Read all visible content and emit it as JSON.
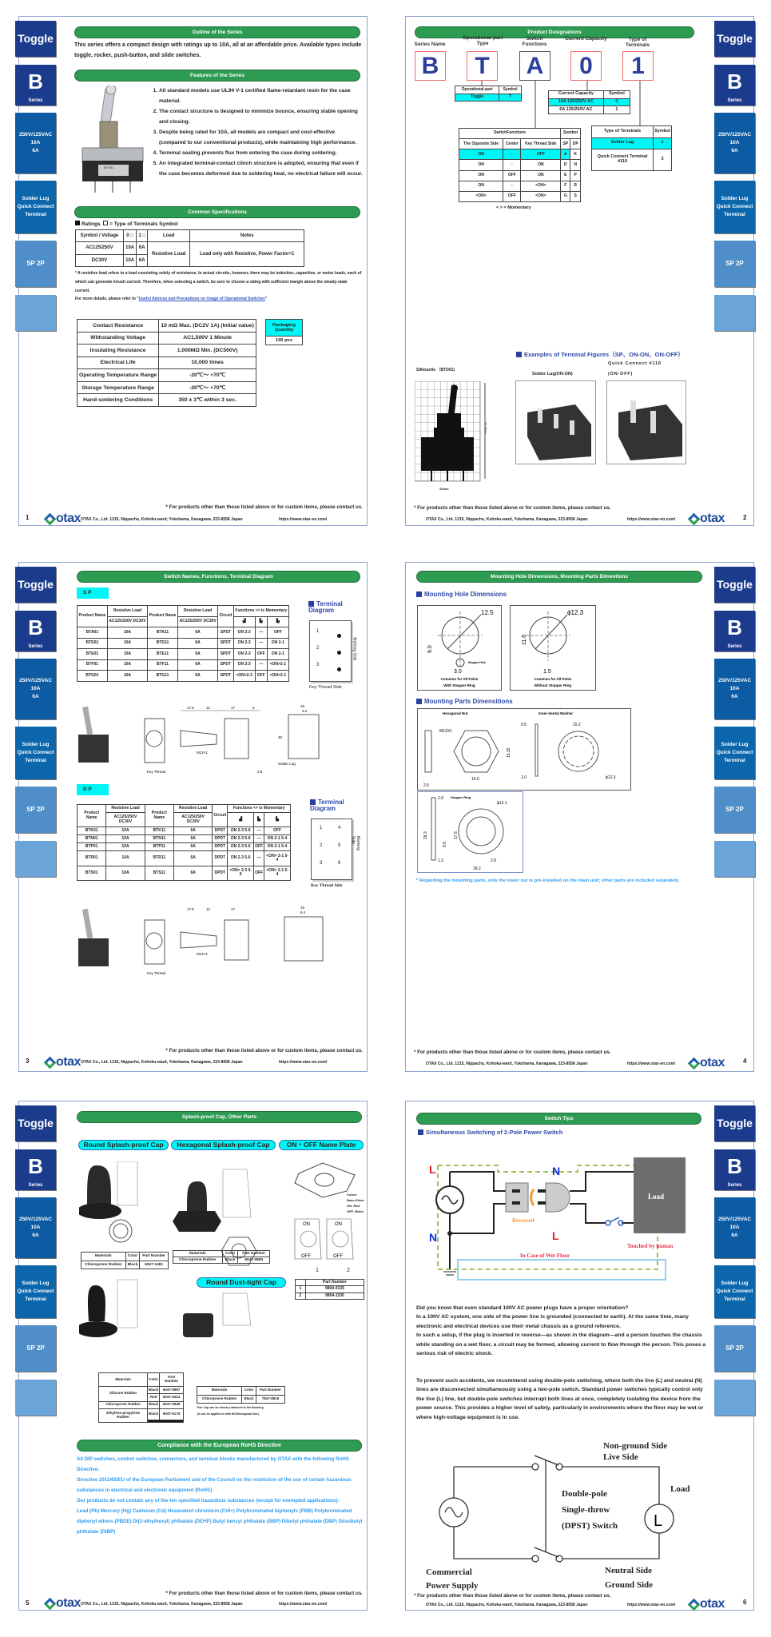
{
  "tabs": [
    {
      "lines": [
        "Toggle"
      ],
      "color": "#1b3b8c"
    },
    {
      "lines": [
        "B",
        "Series"
      ],
      "color": "#1b3b8c"
    },
    {
      "lines": [
        "250V/125VAC",
        "10A",
        "6A"
      ],
      "color": "#0d5ba3"
    },
    {
      "lines": [
        "Solder Lug",
        "Quick Connect",
        "Terminal"
      ],
      "color": "#0b66ac"
    },
    {
      "lines": [
        "SP 2P"
      ],
      "color": "#4f8ec8"
    },
    {
      "lines": [
        ""
      ],
      "color": "#6aa4d8"
    }
  ],
  "footer": {
    "note": "* For products other than those listed above or for custom items, please contact us.",
    "address": "OTAX Co., Ltd.  1215, Nippacho, Kohoku-ward, Yokohama, Kanagawa, 223-8558 Japan",
    "url": "https://www.otax-en.com/",
    "logo": "otax"
  },
  "page1": {
    "num": "1",
    "outline_title": "Outline of the Series",
    "outline_text": "This series offers a compact design with ratings up to 10A, all at an affordable price. Available types include toggle, rocker, push-button, and slide switches.",
    "features_title": "Features of the Series",
    "features": [
      "All standard models use UL94 V-1 certified flame-retardant resin for the case material.",
      "The contact structure is designed to minimize bounce, ensuring stable opening and closing.",
      "Despite being rated for 10A, all models are compact and cost-effective (compared to our conventional products), while maintaining high performance.",
      "Terminal sealing prevents flux from entering the case during soldering.",
      "An integrated terminal-contact clinch structure is adopted, ensuring that even if the case becomes deformed due to soldering heat, no electrical failure will occur."
    ],
    "photo_label": "BTN01",
    "specs_title": "Common Specifications",
    "ratings_legend": "Ratings",
    "terminal_legend": "= Type of Terminals Symbol",
    "ratings_table": [
      [
        {
          "t": "Symbol / Voltage"
        },
        {
          "t": "0 □"
        },
        {
          "t": "1 □"
        },
        {
          "t": "Load"
        },
        {
          "t": "Notes"
        }
      ],
      [
        {
          "t": "AC125/250V"
        },
        {
          "t": "10A"
        },
        {
          "t": "6A"
        },
        {
          "t": "Resistive Load",
          "rs": 2
        },
        {
          "t": "Load only with Resistive, Power Factor=1",
          "rs": 2
        }
      ],
      [
        {
          "t": "DC30V"
        },
        {
          "t": "10A"
        },
        {
          "t": "6A"
        }
      ]
    ],
    "note": "* A resistive load refers to a load consisting solely of resistance. In actual circuits, however, there may be inductive, capacitive, or motor loads, each of which can generate inrush current. Therefore, when selecting a switch, be sure to choose a rating with sufficient margin above the steady-state current.",
    "more_prefix": "For more details, please refer to \"",
    "more_link": "Useful Advices and Precautions on Usage of Operational Switches",
    "more_suffix": "\"",
    "spec_table": [
      [
        "Contact Resistance",
        "10 mΩ Max. (DC2V 1A) (Initial value)"
      ],
      [
        "Withstanding Voltage",
        "AC1,500V  1 Minute"
      ],
      [
        "Insulating Resistance",
        "1,000MΩ  Min.   (DC500V)"
      ],
      [
        "Electrical Life",
        "10,000 times"
      ],
      [
        "Operating Temperature Range",
        "-20℃～ +70℃"
      ],
      [
        "Storage Temperature Range",
        "-20℃～ +70℃"
      ],
      [
        "Hand-soldering Conditions",
        "350 ± 3℃    within 3 sec."
      ]
    ],
    "packaging": [
      [
        {
          "t": "Packaging Quantity",
          "hl": true
        }
      ],
      [
        "100 pcs"
      ]
    ]
  },
  "page2": {
    "num": "2",
    "title": "Product Designations",
    "parts": [
      {
        "label": "Series Name",
        "code": "B"
      },
      {
        "label": "Operational-part Type",
        "code": "T"
      },
      {
        "label": "Switch Functions",
        "code": "A"
      },
      {
        "label": "Current Capacity",
        "code": "0"
      },
      {
        "label": "Type of Terminals",
        "code": "1"
      }
    ],
    "op_table": [
      [
        "Operational-part",
        "Symbol"
      ],
      [
        {
          "t": "Toggle",
          "hl": true
        },
        {
          "t": "T",
          "hl": true
        }
      ]
    ],
    "cur_table": [
      [
        "Current Capacity",
        "Symbol"
      ],
      [
        {
          "t": "10A 125/250V AC",
          "hl": true
        },
        {
          "t": "0",
          "hl": true
        }
      ],
      [
        "6A 125/250V AC",
        "1"
      ]
    ],
    "sf_table": [
      [
        {
          "t": "SwitchFunctions",
          "cs": 3
        },
        {
          "t": "Symbol",
          "cs": 2
        }
      ],
      [
        "The Opposite Side",
        "Center",
        "Key Thread Side",
        "SP",
        "DP"
      ],
      [
        {
          "t": "ON",
          "hl": true
        },
        {
          "t": "-",
          "hl": true
        },
        {
          "t": "OFF",
          "hl": true
        },
        {
          "t": "A",
          "hl": true
        },
        "K"
      ],
      [
        "ON",
        "-",
        "ON",
        "D",
        "N"
      ],
      [
        "ON",
        "OFF",
        "ON",
        "E",
        "P"
      ],
      [
        "ON",
        "-",
        "<ON>",
        "F",
        "R"
      ],
      [
        "<ON>",
        "OFF",
        "<ON>",
        "G",
        "S"
      ]
    ],
    "momentary": "< > = Momentary",
    "term_table": [
      [
        "Type of Terminals",
        "Symbol"
      ],
      [
        {
          "t": "Solder Lug",
          "hl": true
        },
        {
          "t": "1",
          "hl": true
        }
      ],
      [
        {
          "t": "Quick Connect Terminal #110"
        },
        {
          "t": "3"
        }
      ]
    ],
    "examples_title": "Examples of Terminal Figures（SP、ON-ON、ON-OFF）",
    "silhouette": "Silhouette （BTD01)",
    "sil_height": "52.5mm",
    "sil_width": "29mm",
    "solder_label": "Solder Lug(ON-ON)",
    "qc_label1": "Quick Connect #110",
    "qc_label2": "(ON-OFF)"
  },
  "page3": {
    "num": "3",
    "title": "Switch Names, Functions, Terminal Diagram",
    "sp_tag": "S     P",
    "dp_tag": "D     P",
    "td_title": "Terminal Diagram",
    "key_side": "Key Thread Side",
    "marking_side": "Marking Side",
    "sp_table": [
      [
        {
          "t": "Product Name",
          "rs": 2
        },
        {
          "t": "Resistive Load"
        },
        {
          "t": "Product Name",
          "rs": 2
        },
        {
          "t": "Resistive Load"
        },
        {
          "t": "Circuit",
          "rs": 2
        },
        {
          "t": "Functions  <> is Momentary",
          "cs": 3
        }
      ],
      [
        "AC125/250V DC30V",
        "AC125/250V DC30V",
        "▟",
        "▙",
        "▙"
      ],
      [
        "BTA01",
        "10A",
        "BTA11",
        "6A",
        "SPST",
        "ON 2-3",
        "—",
        "OFF"
      ],
      [
        "BTD01",
        "10A",
        "BTD11",
        "6A",
        "SPDT",
        "ON 2-3",
        "—",
        "ON 2-1"
      ],
      [
        "BTE01",
        "10A",
        "BTE11",
        "6A",
        "SPDT",
        "ON 2-3",
        "OFF",
        "ON 2-1"
      ],
      [
        "BTF01",
        "10A",
        "BTF11",
        "6A",
        "SPDT",
        "ON 2-3",
        "—",
        "<ON>2-1"
      ],
      [
        "BTG01",
        "10A",
        "BTG11",
        "6A",
        "SPDT",
        "<ON>2-3",
        "OFF",
        "<ON>2-1"
      ]
    ],
    "dp_table": [
      [
        {
          "t": "Product Name",
          "rs": 2
        },
        {
          "t": "Resistive Load"
        },
        {
          "t": "Product Name",
          "rs": 2
        },
        {
          "t": "Resistive Load"
        },
        {
          "t": "Circuit",
          "rs": 2
        },
        {
          "t": "Functions  <> is Momentary",
          "cs": 3
        }
      ],
      [
        "AC125/250V DC30V",
        "AC125/250V DC30V",
        "▟",
        "▙",
        "▙"
      ],
      [
        "BTK01",
        "10A",
        "BTK11",
        "6A",
        "DPST",
        "ON 2-3 5-6",
        "—",
        "OFF"
      ],
      [
        "BTN01",
        "10A",
        "BTN11",
        "6A",
        "DPDT",
        "ON 2-3 5-6",
        "—",
        "ON 2-1 5-4"
      ],
      [
        "BTP01",
        "10A",
        "BTP11",
        "6A",
        "DPDT",
        "ON 2-3 5-6",
        "OFF",
        "ON 2-1 5-4"
      ],
      [
        "BTR01",
        "10A",
        "BTR11",
        "6A",
        "DPDT",
        "ON 2-3 5-6",
        "—",
        "<ON> 2-1 5-4"
      ],
      [
        "BTS01",
        "10A",
        "BTS11",
        "6A",
        "DPDT",
        "<ON> 2-3 5-6",
        "OFF",
        "<ON> 2-1 5-4"
      ]
    ],
    "sp_pins": [
      "1",
      "2",
      "3"
    ],
    "dp_pins": [
      "1",
      "4",
      "2",
      "5",
      "3",
      "6"
    ],
    "dims": {
      "a": "17.5",
      "b": "12",
      "c": "17",
      "d": "6",
      "e": "15",
      "f": "3.2",
      "g": "M12×1",
      "h": "Key Thread",
      "i": "Solder Lug",
      "j": "30",
      "k": "2.8",
      "l": "6.4"
    }
  },
  "page4": {
    "num": "4",
    "title": "Mounting Hole Dimensions, Mounting Parts Dimentions",
    "hole_title": "Mounting Hole Dimensions",
    "parts_title": "Mounting Parts Dimensitions",
    "hole1": {
      "d": "12.5",
      "h": "9.0",
      "s": "3.0",
      "stopper": "Stopper Hole",
      "cap1": "Common for All Poles",
      "cap2": "With Stopper Ring"
    },
    "hole2": {
      "d": "ϕ12.3",
      "h": "11.6",
      "s": "1.5",
      "cap1": "Common for All Poles",
      "cap2": "Without Stopper Ring"
    },
    "nut": {
      "title": "Hexagonal Nut",
      "thread": "M12X1",
      "h": "15.32",
      "w": "14.0",
      "t": "2.5"
    },
    "washer": {
      "title": "Inner-dental Washer",
      "t": "0.5",
      "w": "15.2",
      "t2": "1.0",
      "d": "ϕ12.3"
    },
    "ring": {
      "title": "Stopper Ring",
      "t": "1.0",
      "d": "ϕ12.1",
      "h1": "18.3",
      "h2": "17.6",
      "h3": "9.5",
      "a": "1.3",
      "b": "2.8",
      "w": "18.2"
    },
    "note": "* Regarding the mounting parts, only the lower nut is pre-installed on the main unit; other parts are included separately."
  },
  "page5": {
    "num": "5",
    "title": "Splash-proof Cap, Other Parts",
    "round_cap": "Round Splash-proof Cap",
    "hex_cap": "Hexagonal Splash-proof Cap",
    "plate": "ON・OFF  Name Plate",
    "dust_cap": "Round Dust-tight Cap",
    "round_table": [
      [
        "Materials",
        "Color",
        "Part Number"
      ],
      [
        "Chloroprene Rubber",
        "Black",
        "6047-1481"
      ]
    ],
    "hex_table": [
      [
        "Materials",
        "Color",
        "Part Number"
      ],
      [
        "Chloroprene Rubber",
        "Black",
        "6047-0860"
      ]
    ],
    "plate_colors": [
      "Colors",
      "Base:Silver",
      "ON: Red",
      "OFF: Black"
    ],
    "plate_on": "ON",
    "plate_off": "OFF",
    "plate_nums": [
      "1",
      "2"
    ],
    "plate_table": [
      [
        "",
        "Part Number"
      ],
      [
        "1",
        "9804-0135"
      ],
      [
        "2",
        "9804-1105"
      ]
    ],
    "round2_table": [
      [
        "Materials",
        "Color",
        "Part Number"
      ],
      [
        {
          "t": "Silicone Rubber",
          "rs": 2
        },
        "Black",
        "6047-5967"
      ],
      [
        "Red",
        "6047-6414"
      ],
      [
        "Chloroprene Rubber",
        "Black",
        "6047-5949"
      ],
      [
        {
          "t": "Ethylene-propylene Rubber",
          "rs": 2
        },
        "Black",
        "6047-6170"
      ],
      [
        {
          "t": "",
          "cs": 2,
          "dk": true
        }
      ]
    ],
    "dust_table": [
      [
        "Materials",
        "Color",
        "Part Number"
      ],
      [
        "Chloroprene Rubber",
        "Black",
        "7847-8619"
      ]
    ],
    "dust_note1": "This Cap can be directry attached to the Bushing.",
    "dust_note2": "(It can be applied to with M12Hexagonal Nut.)",
    "rohs_title": "Compliance with the European RoHS Directive",
    "rohs_lines": [
      "All DIP switches, control switches, connectors, and terminal blocks manufactured by OTAX with the following RoHS Directive:",
      "Directive 2011/65/EU of the European Parliament and of the Council on the restriction of the use of certain hazardous substances in electrical and electronic equipment (RoHS).",
      "Our products do not contain any of the ten specified hazardous substances (except for exempted applications):",
      "Lead (Pb) Mercury (Hg) Cadmium (Cd) Hexavalent chromium (Cr6+) Polybrominated biphenyls (PBB) Polybrominated diphenyl ethers (PBDE) Di(2-ethylhexyl) phthalate (DEHP) Butyl benzyl phthalate (BBP) Dibutyl phthalate (DBP) Diisobutyl phthalate (DIBP)"
    ]
  },
  "page6": {
    "num": "6",
    "title": "Switch Tips",
    "heading": "Simultaneous Switching of  2-Pole Power Switch",
    "diag": {
      "L": "L",
      "N": "N",
      "reversed": "Reversed",
      "load": "Load",
      "wet": "In Case of Wet Floor",
      "touched": "Touched by human"
    },
    "para1": "Did you know that even standard 100V AC power plugs have a proper orientation?\nIn a 100V AC system, one side of the power line is grounded (connected to earth). At the same time, many electronic and electrical devices use their metal chassis as a ground reference.\nIn such a setup, if the plug is inserted in reverse—as shown in the diagram—and a person touches the chassis while standing on a wet floor, a circuit may be formed, allowing current to flow through the person. This poses a serious risk of electric shock.",
    "para2": "To prevent such accidents, we recommend using double-pole switching, where both the live (L) and neutral (N) lines are disconnected simultaneously using a two-pole switch. Standard power switches typically control only the live (L) line, but double-pole switches interrupt both lines at once, completely isolating the device from the power source. This provides a higher level of safety, particularly in environments where the floor may be wet or where high-voltage equipment is in use.",
    "circuit": {
      "live1": "Non-ground Side",
      "live2": "Live Side",
      "load": "Load",
      "L": "L",
      "sw1": "Double-pole",
      "sw2": "Single-throw",
      "sw3": "(DPST) Switch",
      "neu1": "Neutral Side",
      "neu2": "Ground Side",
      "sup1": "Commercial",
      "sup2": "Power Supply"
    }
  }
}
